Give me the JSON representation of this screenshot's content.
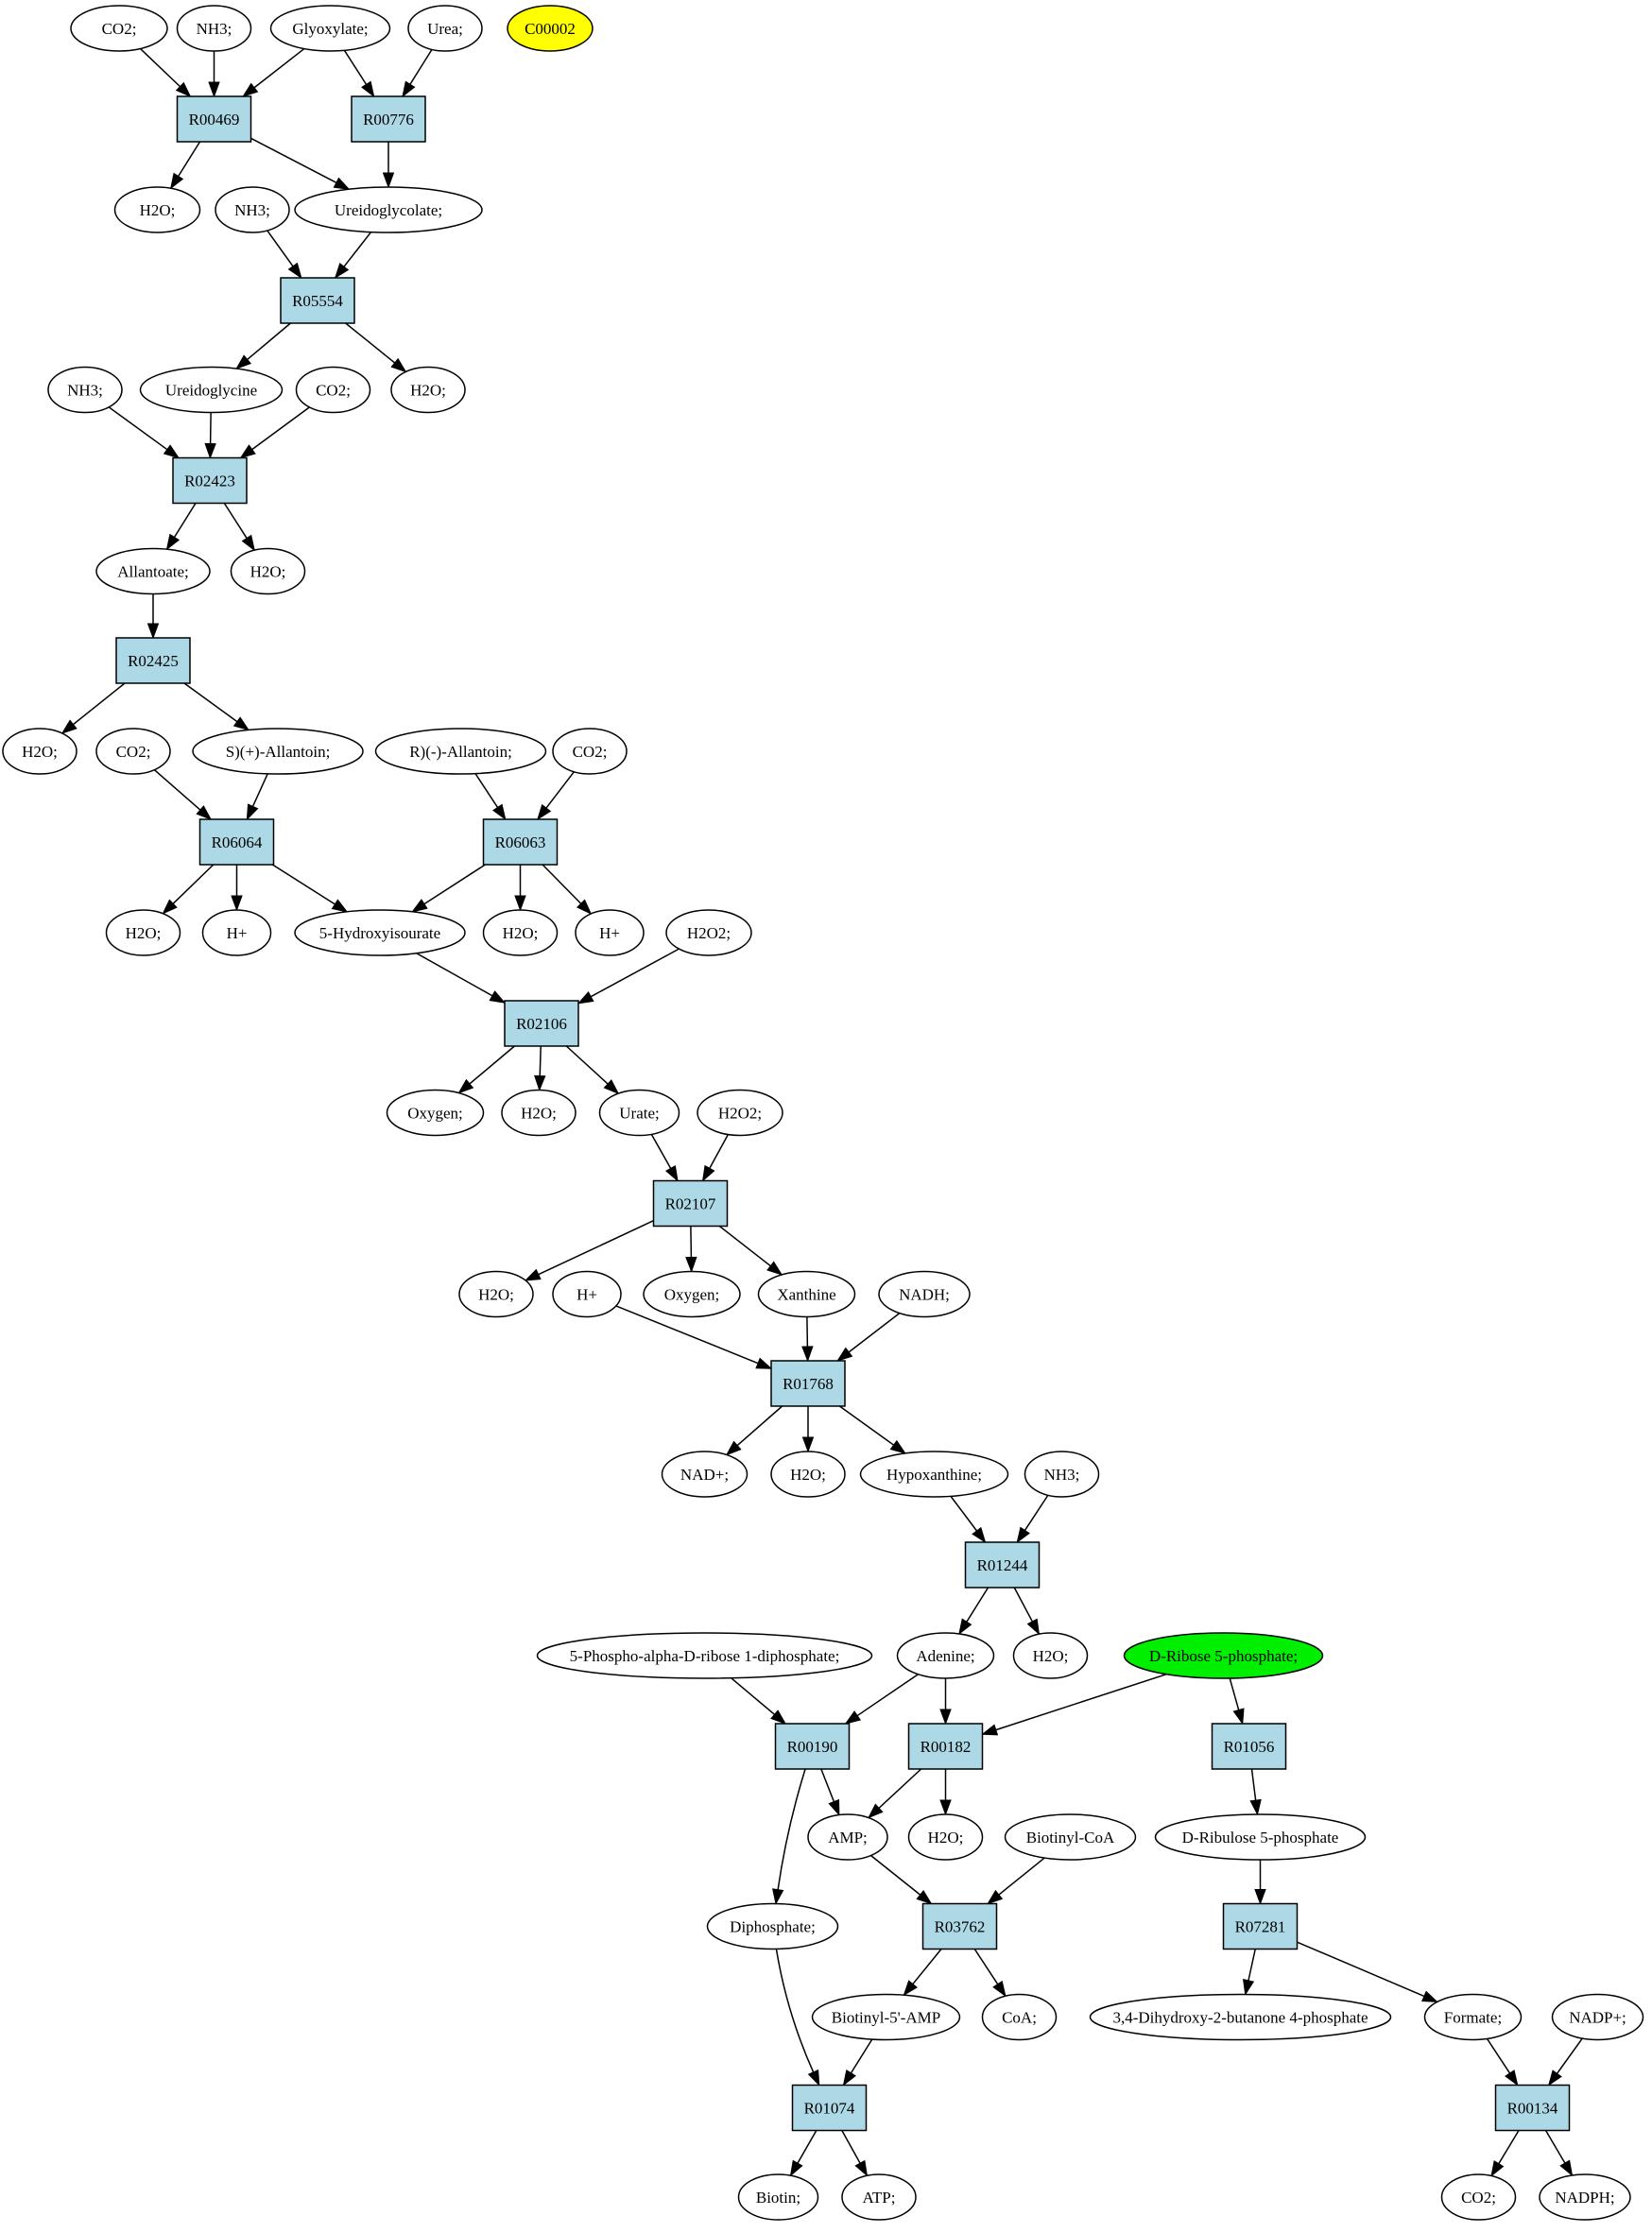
{
  "colors": {
    "reaction_fill": "#add8e6",
    "compound_fill": "#ffffff",
    "highlight_yellow": "#ffff00",
    "highlight_green": "#00ee00",
    "stroke": "#000000"
  },
  "nodes": {
    "c_co2_1": {
      "label": "CO2;",
      "kind": "compound"
    },
    "c_nh3_1": {
      "label": "NH3;",
      "kind": "compound"
    },
    "c_glyoxylate": {
      "label": "Glyoxylate;",
      "kind": "compound"
    },
    "c_urea": {
      "label": "Urea;",
      "kind": "compound"
    },
    "c_c00002": {
      "label": "C00002",
      "kind": "compound",
      "fill": "yellow"
    },
    "r00469": {
      "label": "R00469",
      "kind": "reaction"
    },
    "r00776": {
      "label": "R00776",
      "kind": "reaction"
    },
    "c_h2o_1": {
      "label": "H2O;",
      "kind": "compound"
    },
    "c_nh3_2": {
      "label": "NH3;",
      "kind": "compound"
    },
    "c_ureidoglycolate": {
      "label": "Ureidoglycolate;",
      "kind": "compound"
    },
    "r05554": {
      "label": "R05554",
      "kind": "reaction"
    },
    "c_nh3_3": {
      "label": "NH3;",
      "kind": "compound"
    },
    "c_ureidoglycine": {
      "label": "Ureidoglycine",
      "kind": "compound"
    },
    "c_co2_2": {
      "label": "CO2;",
      "kind": "compound"
    },
    "c_h2o_2": {
      "label": "H2O;",
      "kind": "compound"
    },
    "r02423": {
      "label": "R02423",
      "kind": "reaction"
    },
    "c_allantoate": {
      "label": "Allantoate;",
      "kind": "compound"
    },
    "c_h2o_3": {
      "label": "H2O;",
      "kind": "compound"
    },
    "r02425": {
      "label": "R02425",
      "kind": "reaction"
    },
    "c_h2o_4": {
      "label": "H2O;",
      "kind": "compound"
    },
    "c_co2_3": {
      "label": "CO2;",
      "kind": "compound"
    },
    "c_s_allantoin": {
      "label": "S)(+)-Allantoin;",
      "kind": "compound"
    },
    "c_r_allantoin": {
      "label": "R)(-)-Allantoin;",
      "kind": "compound"
    },
    "c_co2_4": {
      "label": "CO2;",
      "kind": "compound"
    },
    "r06064": {
      "label": "R06064",
      "kind": "reaction"
    },
    "r06063": {
      "label": "R06063",
      "kind": "reaction"
    },
    "c_h2o_5": {
      "label": "H2O;",
      "kind": "compound"
    },
    "c_hplus_1": {
      "label": "H+",
      "kind": "compound"
    },
    "c_hydroxyisourate": {
      "label": "5-Hydroxyisourate",
      "kind": "compound"
    },
    "c_h2o_6": {
      "label": "H2O;",
      "kind": "compound"
    },
    "c_hplus_2": {
      "label": "H+",
      "kind": "compound"
    },
    "c_h2o2_1": {
      "label": "H2O2;",
      "kind": "compound"
    },
    "r02106": {
      "label": "R02106",
      "kind": "reaction"
    },
    "c_oxygen_1": {
      "label": "Oxygen;",
      "kind": "compound"
    },
    "c_h2o_7": {
      "label": "H2O;",
      "kind": "compound"
    },
    "c_urate": {
      "label": "Urate;",
      "kind": "compound"
    },
    "c_h2o2_2": {
      "label": "H2O2;",
      "kind": "compound"
    },
    "r02107": {
      "label": "R02107",
      "kind": "reaction"
    },
    "c_h2o_8": {
      "label": "H2O;",
      "kind": "compound"
    },
    "c_hplus_3": {
      "label": "H+",
      "kind": "compound"
    },
    "c_oxygen_2": {
      "label": "Oxygen;",
      "kind": "compound"
    },
    "c_xanthine": {
      "label": "Xanthine",
      "kind": "compound"
    },
    "c_nadh": {
      "label": "NADH;",
      "kind": "compound"
    },
    "r01768": {
      "label": "R01768",
      "kind": "reaction"
    },
    "c_nadplus": {
      "label": "NAD+;",
      "kind": "compound"
    },
    "c_h2o_9": {
      "label": "H2O;",
      "kind": "compound"
    },
    "c_hypoxanthine": {
      "label": "Hypoxanthine;",
      "kind": "compound"
    },
    "c_nh3_4": {
      "label": "NH3;",
      "kind": "compound"
    },
    "r01244": {
      "label": "R01244",
      "kind": "reaction"
    },
    "c_prpp": {
      "label": "5-Phospho-alpha-D-ribose 1-diphosphate;",
      "kind": "compound"
    },
    "c_adenine": {
      "label": "Adenine;",
      "kind": "compound"
    },
    "c_h2o_10": {
      "label": "H2O;",
      "kind": "compound"
    },
    "c_ribose5p": {
      "label": "D-Ribose 5-phosphate;",
      "kind": "compound",
      "fill": "green"
    },
    "r00190": {
      "label": "R00190",
      "kind": "reaction"
    },
    "r00182": {
      "label": "R00182",
      "kind": "reaction"
    },
    "r01056": {
      "label": "R01056",
      "kind": "reaction"
    },
    "c_amp": {
      "label": "AMP;",
      "kind": "compound"
    },
    "c_h2o_11": {
      "label": "H2O;",
      "kind": "compound"
    },
    "c_biotinyl_coa": {
      "label": "Biotinyl-CoA",
      "kind": "compound"
    },
    "c_ribulose5p": {
      "label": "D-Ribulose 5-phosphate",
      "kind": "compound"
    },
    "c_diphosphate": {
      "label": "Diphosphate;",
      "kind": "compound"
    },
    "r03762": {
      "label": "R03762",
      "kind": "reaction"
    },
    "r07281": {
      "label": "R07281",
      "kind": "reaction"
    },
    "c_biotinyl_amp": {
      "label": "Biotinyl-5'-AMP",
      "kind": "compound"
    },
    "c_coa": {
      "label": "CoA;",
      "kind": "compound"
    },
    "c_dhbp": {
      "label": "3,4-Dihydroxy-2-butanone 4-phosphate",
      "kind": "compound"
    },
    "c_formate": {
      "label": "Formate;",
      "kind": "compound"
    },
    "c_nadpplus": {
      "label": "NADP+;",
      "kind": "compound"
    },
    "r01074": {
      "label": "R01074",
      "kind": "reaction"
    },
    "r00134": {
      "label": "R00134",
      "kind": "reaction"
    },
    "c_biotin": {
      "label": "Biotin;",
      "kind": "compound"
    },
    "c_atp": {
      "label": "ATP;",
      "kind": "compound"
    },
    "c_co2_5": {
      "label": "CO2;",
      "kind": "compound"
    },
    "c_nadph": {
      "label": "NADPH;",
      "kind": "compound"
    }
  },
  "edges": [
    [
      "c_co2_1",
      "r00469"
    ],
    [
      "c_nh3_1",
      "r00469"
    ],
    [
      "c_glyoxylate",
      "r00469"
    ],
    [
      "c_glyoxylate",
      "r00776"
    ],
    [
      "c_urea",
      "r00776"
    ],
    [
      "r00469",
      "c_h2o_1"
    ],
    [
      "r00469",
      "c_ureidoglycolate"
    ],
    [
      "r00776",
      "c_ureidoglycolate"
    ],
    [
      "c_nh3_2",
      "r05554"
    ],
    [
      "c_ureidoglycolate",
      "r05554"
    ],
    [
      "r05554",
      "c_ureidoglycine"
    ],
    [
      "r05554",
      "c_h2o_2"
    ],
    [
      "c_nh3_3",
      "r02423"
    ],
    [
      "c_ureidoglycine",
      "r02423"
    ],
    [
      "c_co2_2",
      "r02423"
    ],
    [
      "r02423",
      "c_allantoate"
    ],
    [
      "r02423",
      "c_h2o_3"
    ],
    [
      "c_allantoate",
      "r02425"
    ],
    [
      "r02425",
      "c_h2o_4"
    ],
    [
      "r02425",
      "c_s_allantoin"
    ],
    [
      "c_co2_3",
      "r06064"
    ],
    [
      "c_s_allantoin",
      "r06064"
    ],
    [
      "c_r_allantoin",
      "r06063"
    ],
    [
      "c_co2_4",
      "r06063"
    ],
    [
      "r06064",
      "c_h2o_5"
    ],
    [
      "r06064",
      "c_hplus_1"
    ],
    [
      "r06064",
      "c_hydroxyisourate"
    ],
    [
      "r06063",
      "c_hydroxyisourate"
    ],
    [
      "r06063",
      "c_h2o_6"
    ],
    [
      "r06063",
      "c_hplus_2"
    ],
    [
      "c_hydroxyisourate",
      "r02106"
    ],
    [
      "c_h2o2_1",
      "r02106"
    ],
    [
      "r02106",
      "c_oxygen_1"
    ],
    [
      "r02106",
      "c_h2o_7"
    ],
    [
      "r02106",
      "c_urate"
    ],
    [
      "c_urate",
      "r02107"
    ],
    [
      "c_h2o2_2",
      "r02107"
    ],
    [
      "r02107",
      "c_h2o_8"
    ],
    [
      "r02107",
      "c_oxygen_2"
    ],
    [
      "r02107",
      "c_xanthine"
    ],
    [
      "c_hplus_3",
      "r01768"
    ],
    [
      "c_xanthine",
      "r01768"
    ],
    [
      "c_nadh",
      "r01768"
    ],
    [
      "r01768",
      "c_nadplus"
    ],
    [
      "r01768",
      "c_h2o_9"
    ],
    [
      "r01768",
      "c_hypoxanthine"
    ],
    [
      "c_hypoxanthine",
      "r01244"
    ],
    [
      "c_nh3_4",
      "r01244"
    ],
    [
      "r01244",
      "c_adenine"
    ],
    [
      "r01244",
      "c_h2o_10"
    ],
    [
      "c_prpp",
      "r00190"
    ],
    [
      "c_adenine",
      "r00190"
    ],
    [
      "c_adenine",
      "r00182"
    ],
    [
      "c_ribose5p",
      "r00182"
    ],
    [
      "c_ribose5p",
      "r01056"
    ],
    [
      "r00190",
      "c_amp"
    ],
    [
      "r00190",
      "c_diphosphate"
    ],
    [
      "r00182",
      "c_amp"
    ],
    [
      "r00182",
      "c_h2o_11"
    ],
    [
      "r01056",
      "c_ribulose5p"
    ],
    [
      "c_amp",
      "r03762"
    ],
    [
      "c_biotinyl_coa",
      "r03762"
    ],
    [
      "c_ribulose5p",
      "r07281"
    ],
    [
      "r03762",
      "c_biotinyl_amp"
    ],
    [
      "r03762",
      "c_coa"
    ],
    [
      "r07281",
      "c_dhbp"
    ],
    [
      "r07281",
      "c_formate"
    ],
    [
      "c_diphosphate",
      "r01074"
    ],
    [
      "c_biotinyl_amp",
      "r01074"
    ],
    [
      "c_formate",
      "r00134"
    ],
    [
      "c_nadpplus",
      "r00134"
    ],
    [
      "r01074",
      "c_biotin"
    ],
    [
      "r01074",
      "c_atp"
    ],
    [
      "r00134",
      "c_co2_5"
    ],
    [
      "r00134",
      "c_nadph"
    ]
  ]
}
